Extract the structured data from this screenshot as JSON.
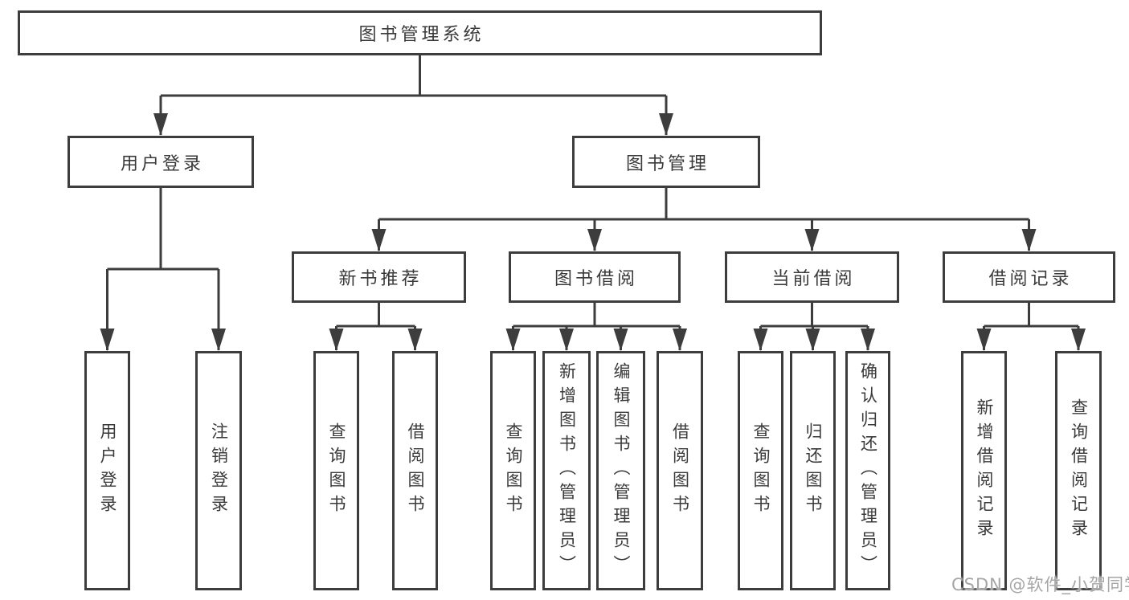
{
  "diagram": {
    "type": "tree",
    "title": "图书管理系统",
    "colors": {
      "line": "#3d3d3d",
      "box_border": "#3d3d3d",
      "box_fill": "#ffffff",
      "text": "#3a3a3a",
      "watermark": "#a6a6a6",
      "background": "#ffffff"
    },
    "nodes": {
      "root": "图书管理系统",
      "userLogin": "用户登录",
      "bookMgmt": "图书管理",
      "newBookRec": "新书推荐",
      "bookBorrow": "图书借阅",
      "currentBorrow": "当前借阅",
      "borrowRecord": "借阅记录",
      "leafUserLogin": "用户登录",
      "leafLogout": "注销登录",
      "leafQueryBook1": "查询图书",
      "leafBorrowBook1": "借阅图书",
      "leafQueryBook2": "查询图书",
      "leafAddBook": "新增图书（管理员）",
      "leafEditBook": "编辑图书（管理员）",
      "leafBorrowBook2": "借阅图书",
      "leafQueryBook3": "查询图书",
      "leafReturnBook": "归还图书",
      "leafConfirmReturn": "确认归还（管理员）",
      "leafAddBorrowRecord": "新增借阅记录",
      "leafQueryBorrowRecord": "查询借阅记录"
    },
    "hierarchy": {
      "label": "图书管理系统",
      "children": [
        {
          "label": "用户登录",
          "children": [
            {
              "label": "用户登录"
            },
            {
              "label": "注销登录"
            }
          ]
        },
        {
          "label": "图书管理",
          "children": [
            {
              "label": "新书推荐",
              "children": [
                {
                  "label": "查询图书"
                },
                {
                  "label": "借阅图书"
                }
              ]
            },
            {
              "label": "图书借阅",
              "children": [
                {
                  "label": "查询图书"
                },
                {
                  "label": "新增图书（管理员）"
                },
                {
                  "label": "编辑图书（管理员）"
                },
                {
                  "label": "借阅图书"
                }
              ]
            },
            {
              "label": "当前借阅",
              "children": [
                {
                  "label": "查询图书"
                },
                {
                  "label": "归还图书"
                },
                {
                  "label": "确认归还（管理员）"
                }
              ]
            },
            {
              "label": "借阅记录",
              "children": [
                {
                  "label": "新增借阅记录"
                },
                {
                  "label": "查询借阅记录"
                }
              ]
            }
          ]
        }
      ]
    }
  },
  "watermark": {
    "text": "CSDN @软件_小贺同学"
  }
}
